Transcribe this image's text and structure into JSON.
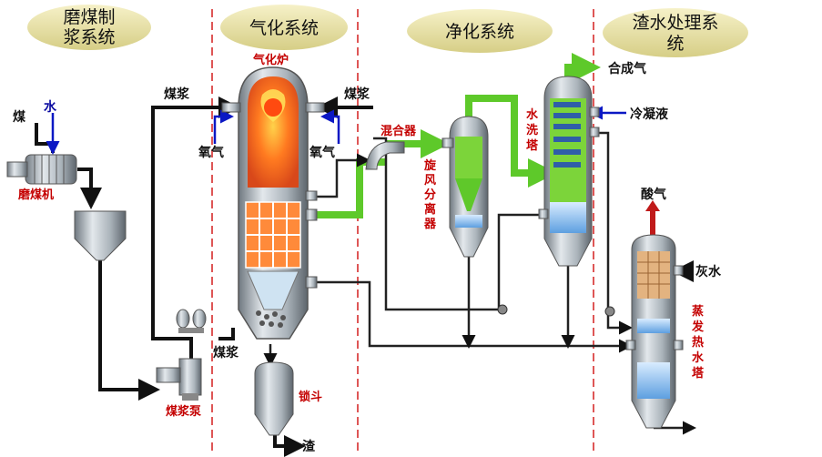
{
  "sections": {
    "grinding": [
      "磨煤制",
      "浆系统"
    ],
    "gasification": "气化系统",
    "purification": "净化系统",
    "slag_water": [
      "渣水处理系",
      "统"
    ]
  },
  "labels": {
    "coal": "煤",
    "water": "水",
    "mill": "磨煤机",
    "slurry_left": "煤浆",
    "slurry_right": "煤浆",
    "slurry_pump_out": "煤浆",
    "oxygen_left": "氧气",
    "oxygen_right": "氧气",
    "gasifier": "气化炉",
    "mixer": "混合器",
    "cyclone": [
      "旋",
      "风",
      "分",
      "离",
      "器"
    ],
    "scrubber": [
      "水",
      "洗",
      "塔"
    ],
    "syngas": "合成气",
    "condensate": "冷凝液",
    "acid_gas": "酸气",
    "grey_water": "灰水",
    "flash_tower": [
      "蒸",
      "发",
      "热",
      "水",
      "塔"
    ],
    "lock_hopper": "锁斗",
    "slag": "渣",
    "slurry_pump": "煤浆泵"
  },
  "colors": {
    "divider": "#d41e1e",
    "green_gas": "#5ec92a",
    "oxygen_line": "#0b18c4",
    "vessel_steel": "#9aa4ad",
    "flame": "#ff6a1a"
  }
}
